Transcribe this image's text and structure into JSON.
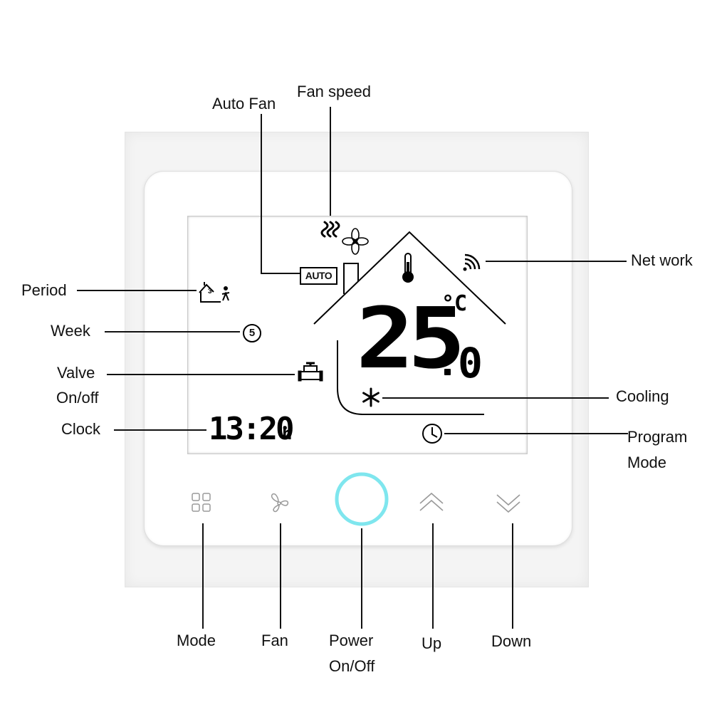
{
  "callouts": {
    "auto_fan": "Auto Fan",
    "fan_speed": "Fan speed",
    "network": "Net work",
    "period": "Period",
    "week": "Week",
    "valve_line1": "Valve",
    "valve_line2": "On/off",
    "cooling": "Cooling",
    "clock": "Clock",
    "program_line1": "Program",
    "program_line2": "Mode"
  },
  "buttons": {
    "mode": "Mode",
    "fan": "Fan",
    "power_line1": "Power",
    "power_line2": "On/Off",
    "up": "Up",
    "down": "Down"
  },
  "display": {
    "temperature_main": "25",
    "temperature_decimal": "0",
    "unit": "°C",
    "clock": "13:20",
    "clock_suffix": "h",
    "auto_badge": "AUTO",
    "week_day": "5",
    "period_number": "3"
  },
  "colors": {
    "power_ring": "#7fe6ee",
    "lcd_segments": "#000000",
    "button_icons": "#9a9a9a"
  },
  "icons": {
    "fan_speed": "fan-speed-waves-icon",
    "fan": "fan-blades-icon",
    "network": "wifi-signal-icon",
    "thermometer": "thermometer-icon",
    "period": "house-period-icon",
    "valve": "valve-icon",
    "cooling": "snowflake-icon",
    "program": "clock-icon",
    "mode_button": "four-squares-icon",
    "fan_button": "fan-outline-icon",
    "power_button": "power-ring-icon",
    "up_button": "chevron-up-icon",
    "down_button": "chevron-down-icon"
  }
}
